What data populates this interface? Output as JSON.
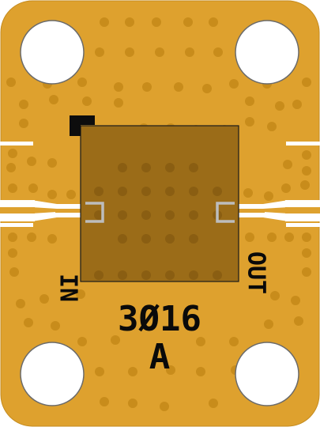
{
  "board": {
    "part_number": "3Ø16",
    "revision": "A",
    "port_in_label": "IN",
    "port_out_label": "OUT"
  },
  "colors": {
    "substrate": "#DEA12E",
    "via": "#C88C1B",
    "chip_body": "#9B6C18",
    "chip_outline": "#1c1c1c",
    "trace": "#ffffff",
    "pad": "#bdbdbd",
    "silkscreen": "#0a0a0a"
  }
}
